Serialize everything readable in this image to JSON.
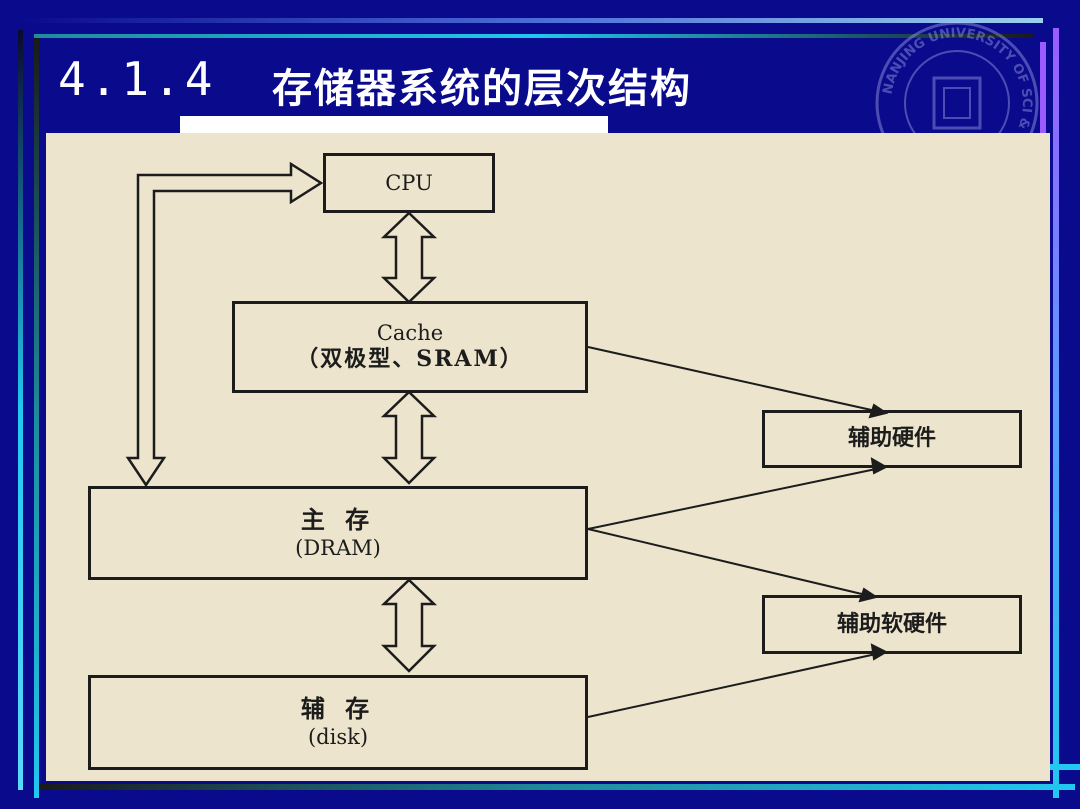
{
  "slide": {
    "section_number": "4.1.4",
    "title": "存储器系统的层次结构"
  },
  "seal": {
    "text": "NANJING UNIVERSITY OF SCI & TECH",
    "icon": "university-seal-icon"
  },
  "diagram": {
    "cpu": {
      "label": "CPU"
    },
    "cache": {
      "label": "Cache",
      "sub": "（双极型、SRAM）"
    },
    "main_memory": {
      "label": "主 存",
      "sub": "(DRAM)"
    },
    "secondary_memory": {
      "label": "辅 存",
      "sub": "(disk)"
    },
    "aux_hardware": {
      "label": "辅助硬件"
    },
    "aux_software_hardware": {
      "label": "辅助软硬件"
    }
  },
  "colors": {
    "slide_background": "#0a0a8c",
    "paper": "#ece4cc",
    "ink": "#1c1c1c",
    "frame_cyan": "#22c8f0",
    "frame_purple": "#9a5cff"
  }
}
